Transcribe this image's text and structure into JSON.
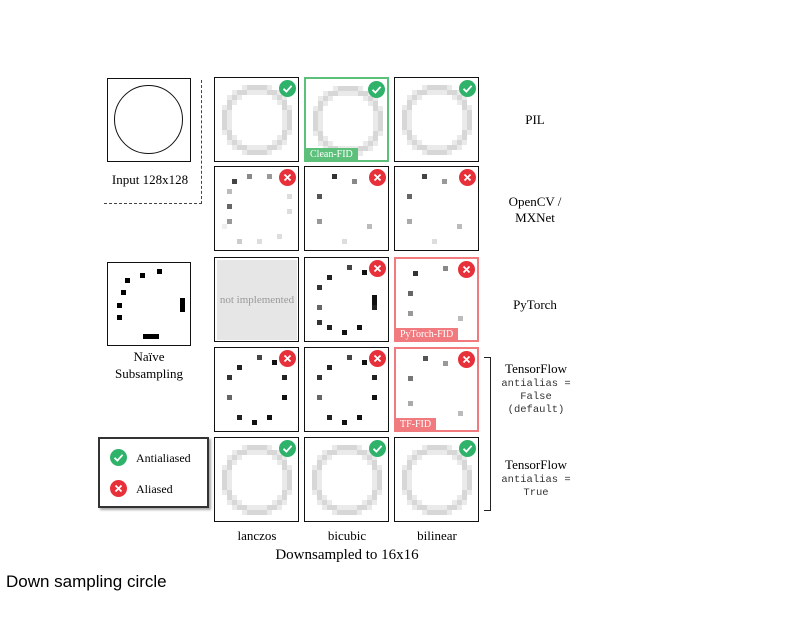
{
  "input_label": "Input 128x128",
  "naive_label": "Naïve Subsampling",
  "not_implemented": "not implemented",
  "rows": [
    {
      "name": "PIL",
      "subtitle": ""
    },
    {
      "name": "OpenCV / MXNet",
      "subtitle": ""
    },
    {
      "name": "PyTorch",
      "subtitle": ""
    },
    {
      "name": "TensorFlow",
      "subtitle": "antialias = False (default)"
    },
    {
      "name": "TensorFlow",
      "subtitle": "antialias = True"
    }
  ],
  "columns": [
    "lanczos",
    "bicubic",
    "bilinear"
  ],
  "footer": "Downsampled to 16x16",
  "caption": "Down sampling circle",
  "tags": {
    "clean_fid": "Clean-FID",
    "pytorch_fid": "PyTorch-FID",
    "tf_fid": "TF-FID"
  },
  "legend": {
    "antialiased": "Antialiased",
    "aliased": "Aliased"
  },
  "colors": {
    "antialiased": "#2fb36b",
    "aliased": "#e8303a",
    "clean_fid": "#5cc07a",
    "fid_red": "#f07a7e"
  },
  "status": [
    [
      "antialiased",
      "antialiased",
      "antialiased"
    ],
    [
      "aliased",
      "aliased",
      "aliased"
    ],
    [
      "none",
      "aliased",
      "aliased"
    ],
    [
      "aliased",
      "aliased",
      "aliased"
    ],
    [
      "antialiased",
      "antialiased",
      "antialiased"
    ]
  ]
}
